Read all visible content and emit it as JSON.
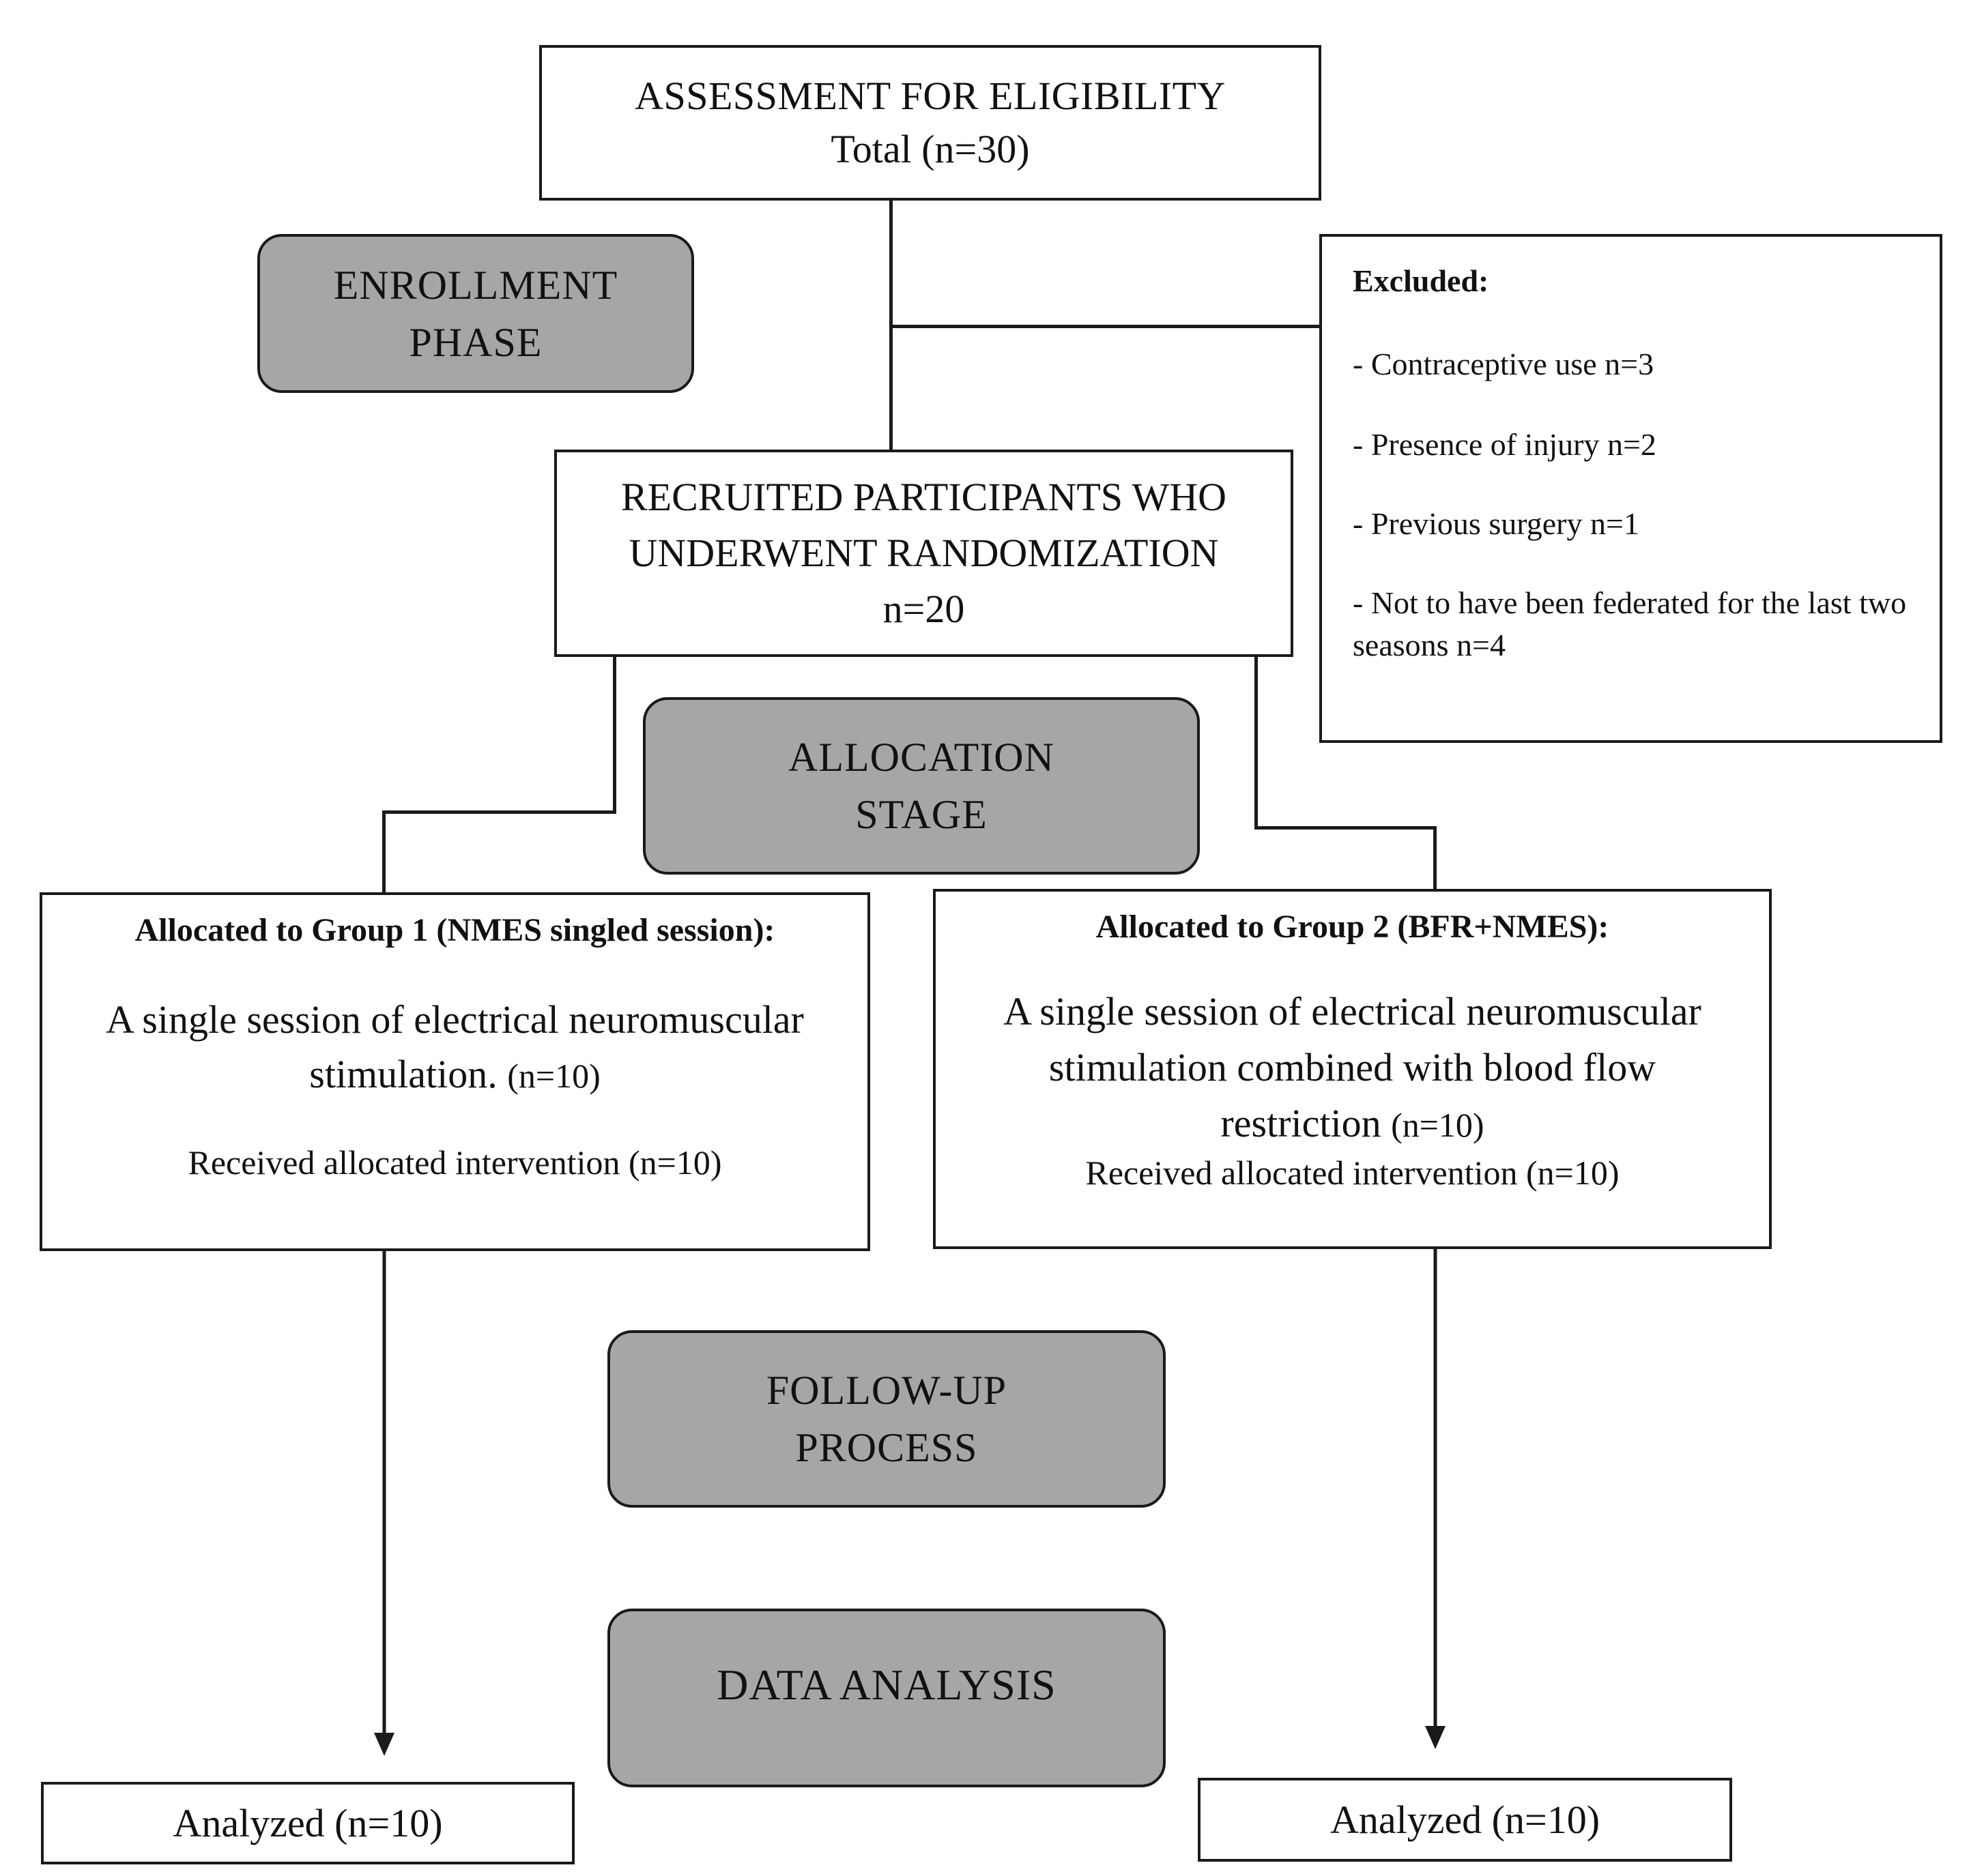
{
  "assessment": {
    "title": "ASSESSMENT FOR ELIGIBILITY",
    "total": "Total (n=30)"
  },
  "phases": {
    "enrollment": [
      "ENROLLMENT",
      "PHASE"
    ],
    "allocation": [
      "ALLOCATION",
      "STAGE"
    ],
    "followup": [
      "FOLLOW-UP",
      "PROCESS"
    ],
    "analysis": [
      "DATA ANALYSIS"
    ]
  },
  "excluded": {
    "title": "Excluded:",
    "items": [
      "- Contraceptive use n=3",
      "- Presence of injury n=2",
      "- Previous surgery n=1",
      "- Not to have been federated for the last two seasons n=4"
    ]
  },
  "randomization": {
    "lines": [
      "RECRUITED PARTICIPANTS WHO",
      "UNDERWENT RANDOMIZATION",
      "n=20"
    ]
  },
  "group1": {
    "title": "Allocated to Group 1 (NMES singled session):",
    "desc_line1": "A single session of electrical neuromuscular",
    "desc_line2": "stimulation.",
    "desc_n": "(n=10)",
    "received": "Received allocated intervention (n=10)"
  },
  "group2": {
    "title": "Allocated to Group 2 (BFR+NMES):",
    "desc_line1": "A single session of electrical neuromuscular",
    "desc_line2": "stimulation combined with blood flow",
    "desc_line3": "restriction",
    "desc_n": "(n=10)",
    "received": "Received allocated intervention (n=10)"
  },
  "analyzed": {
    "left": "Analyzed (n=10)",
    "right": "Analyzed (n=10)"
  }
}
